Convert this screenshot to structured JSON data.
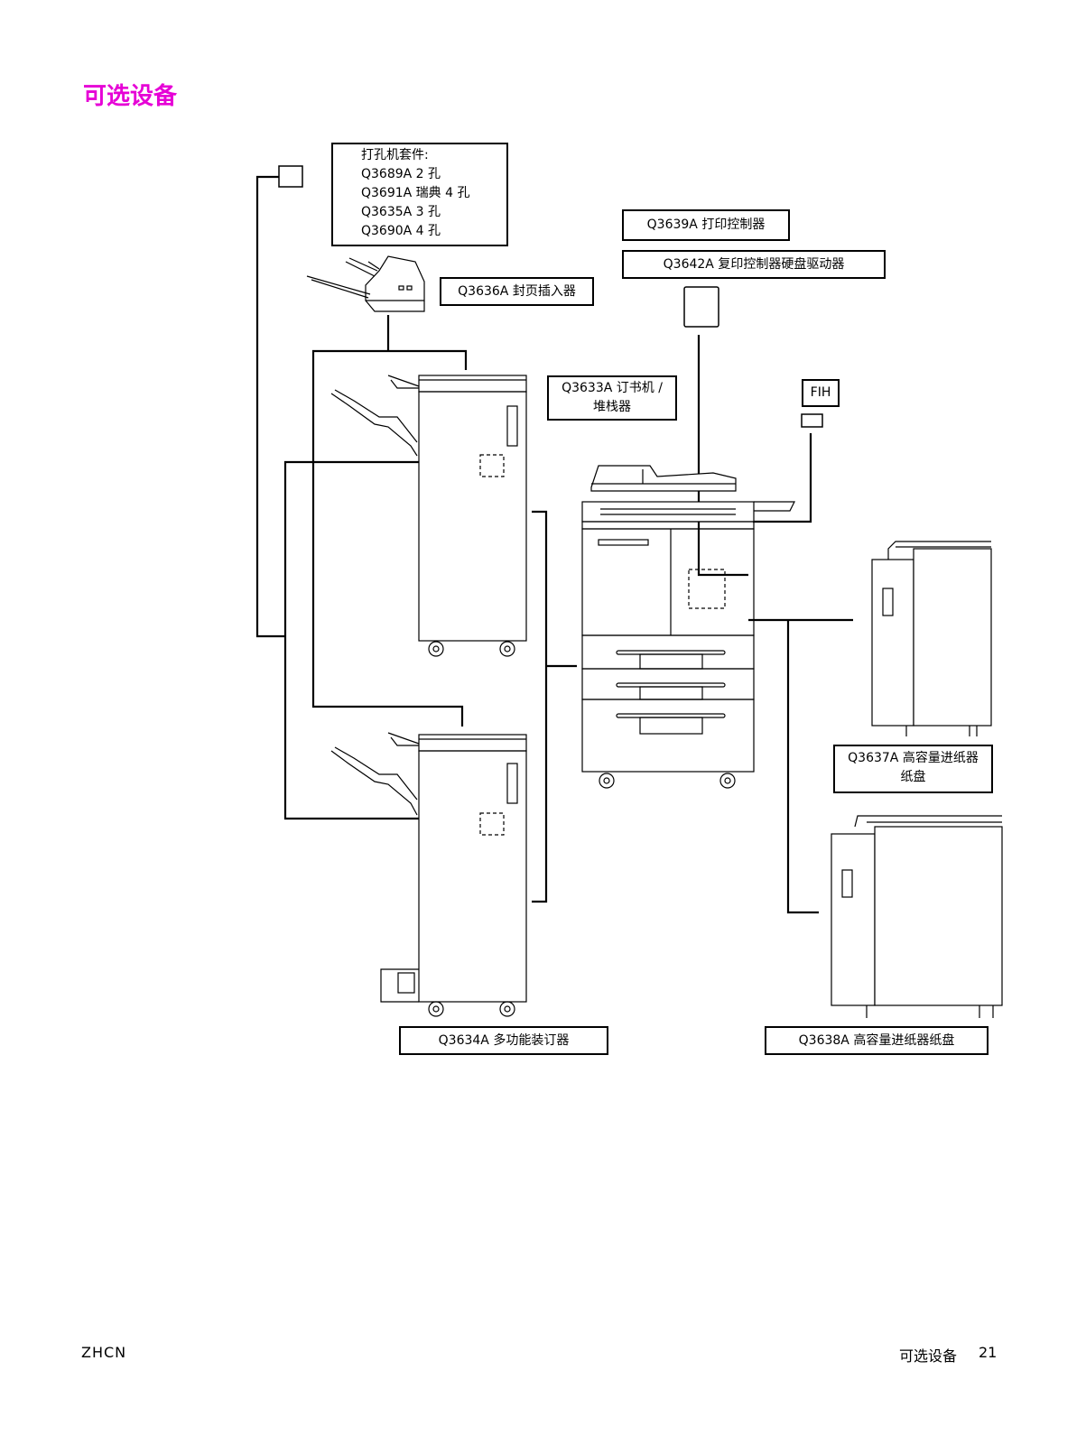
{
  "page_title": "可选设备",
  "labels": {
    "hole_punch": {
      "title": "打孔机套件:",
      "items": [
        "Q3689A 2 孔",
        "Q3691A 瑞典 4 孔",
        "Q3635A 3 孔",
        "Q3690A 4 孔"
      ]
    },
    "cover_inserter": "Q3636A 封页插入器",
    "print_controller": "Q3639A 打印控制器",
    "copy_hdd": "Q3642A 复印控制器硬盘驱动器",
    "stapler_stacker": [
      "Q3633A 订书机 /",
      "堆栈器"
    ],
    "fih": "FIH",
    "hci_tray_1": [
      "Q3637A 高容量进纸器",
      "纸盘"
    ],
    "multifunction_finisher": "Q3634A 多功能装订器",
    "hci_tray_2": "Q3638A 高容量进纸器纸盘"
  },
  "footer": {
    "left": "ZHCN",
    "section": "可选设备",
    "page_number": "21"
  }
}
